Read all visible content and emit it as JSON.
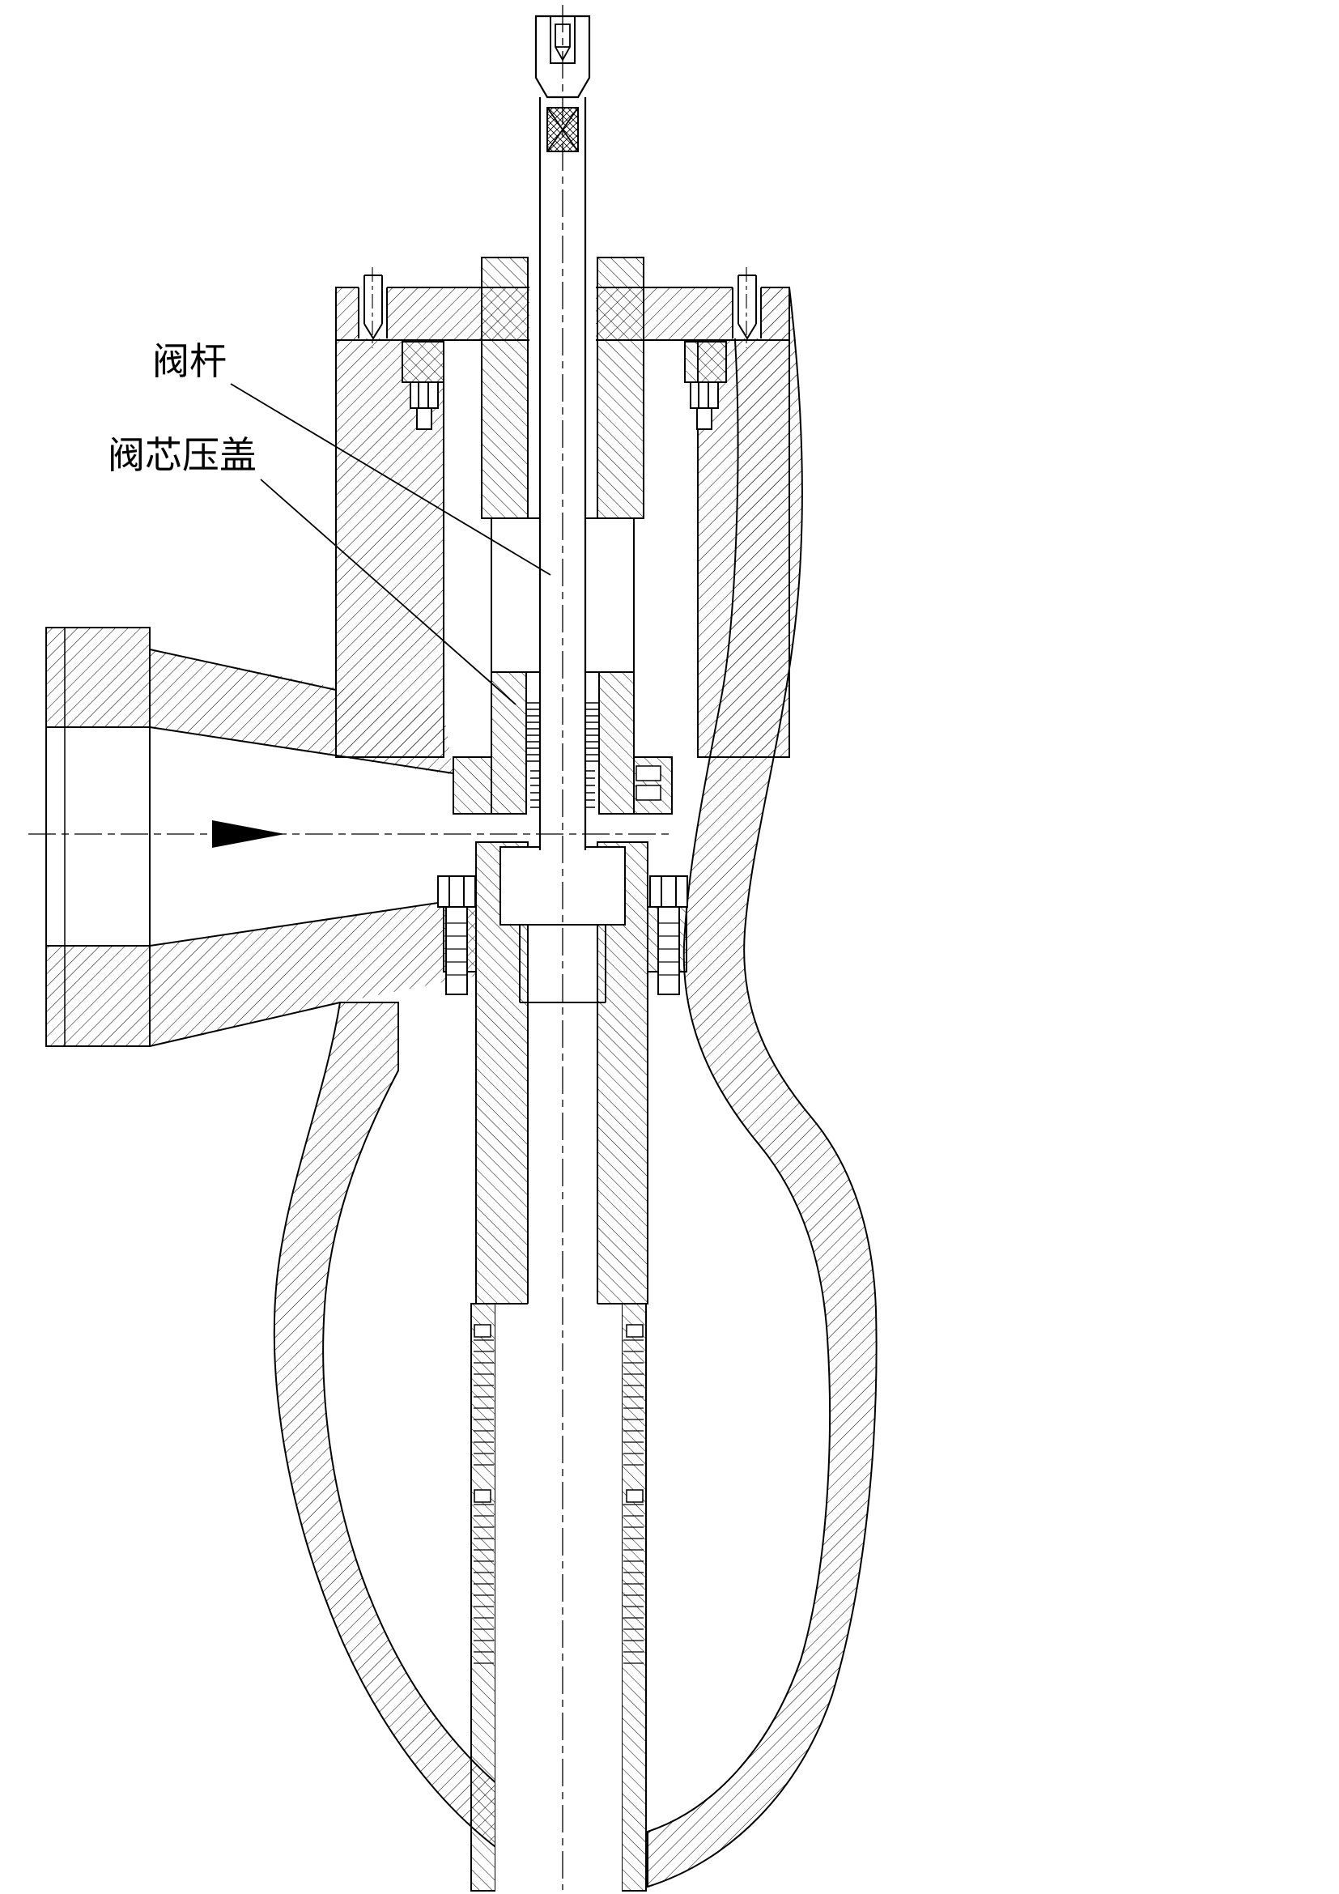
{
  "drawing": {
    "background_color": "#ffffff",
    "line_color": "#000000",
    "labels": {
      "stem": "阀杆",
      "gland": "阀芯压盖"
    },
    "flow_arrow": "left-to-right"
  }
}
